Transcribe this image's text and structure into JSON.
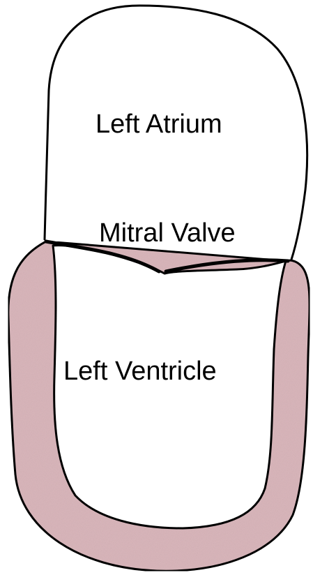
{
  "labels": {
    "left_atrium": "Left Atrium",
    "mitral_valve": "Mitral Valve",
    "left_ventricle": "Left Ventricle"
  },
  "colors": {
    "ventricle_wall": "#d9b6bb",
    "outline": "#000000",
    "background": "#ffffff"
  }
}
